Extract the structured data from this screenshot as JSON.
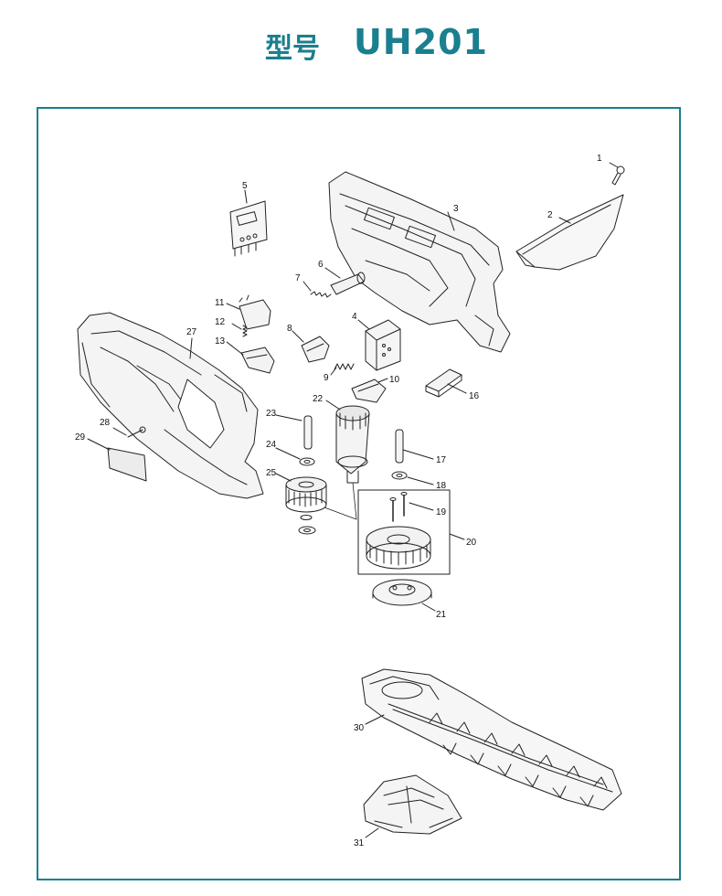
{
  "header": {
    "label": "型号",
    "model": "UH201",
    "color": "#1a7f8e"
  },
  "parts": [
    {
      "id": "p1",
      "num": "1"
    },
    {
      "id": "p2",
      "num": "2"
    },
    {
      "id": "p3",
      "num": "3"
    },
    {
      "id": "p4",
      "num": "4"
    },
    {
      "id": "p5",
      "num": "5"
    },
    {
      "id": "p6",
      "num": "6"
    },
    {
      "id": "p7",
      "num": "7"
    },
    {
      "id": "p8",
      "num": "8"
    },
    {
      "id": "p9",
      "num": "9"
    },
    {
      "id": "p10",
      "num": "10"
    },
    {
      "id": "p11",
      "num": "11"
    },
    {
      "id": "p12",
      "num": "12"
    },
    {
      "id": "p13",
      "num": "13"
    },
    {
      "id": "p16",
      "num": "16"
    },
    {
      "id": "p17",
      "num": "17"
    },
    {
      "id": "p18",
      "num": "18"
    },
    {
      "id": "p19",
      "num": "19"
    },
    {
      "id": "p20",
      "num": "20"
    },
    {
      "id": "p21",
      "num": "21"
    },
    {
      "id": "p22",
      "num": "22"
    },
    {
      "id": "p23",
      "num": "23"
    },
    {
      "id": "p24",
      "num": "24"
    },
    {
      "id": "p25",
      "num": "25"
    },
    {
      "id": "p27",
      "num": "27"
    },
    {
      "id": "p28",
      "num": "28"
    },
    {
      "id": "p29",
      "num": "29"
    },
    {
      "id": "p30",
      "num": "30"
    },
    {
      "id": "p31",
      "num": "31"
    }
  ]
}
